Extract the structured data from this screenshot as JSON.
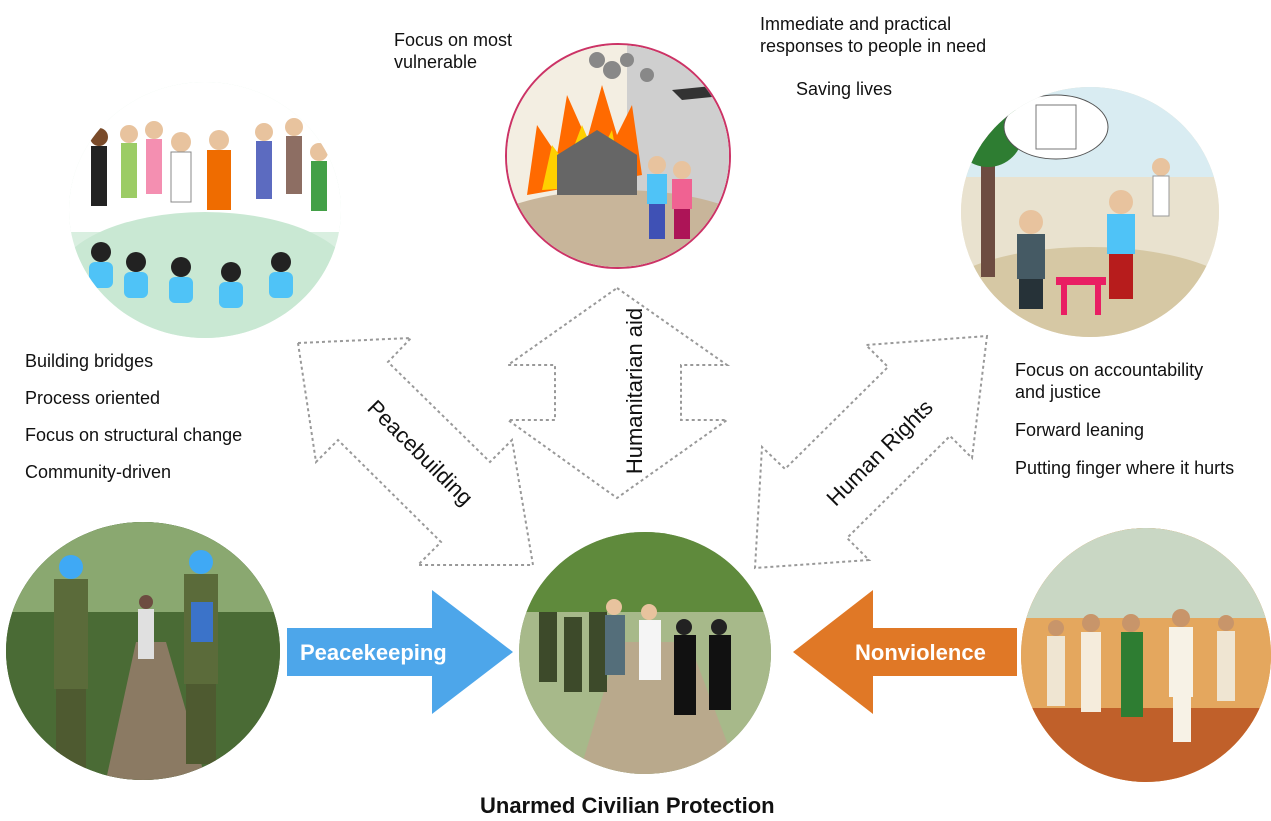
{
  "top_texts": {
    "left": "Focus on most vulnerable",
    "right_1": "Immediate and practical responses to people in need",
    "right_2": "Saving lives"
  },
  "peacebuilding_points": [
    "Building bridges",
    "Process oriented",
    "Focus on structural change",
    "Community-driven"
  ],
  "human_rights_points": [
    "Focus on accountability and justice",
    "Forward leaning",
    "Putting finger where it hurts"
  ],
  "arrows": {
    "peacebuilding": "Peacebuilding",
    "humanitarian": "Humanitarian aid",
    "human_rights": "Human Rights",
    "peacekeeping": "Peacekeeping",
    "nonviolence": "Nonviolence"
  },
  "colors": {
    "peacekeeping_arrow": "#4da6ea",
    "nonviolence_arrow": "#e07826",
    "humanitarian_circle_border": "#cc3366",
    "dotted_arrow": "#999999"
  },
  "caption": "Unarmed Civilian Protection"
}
